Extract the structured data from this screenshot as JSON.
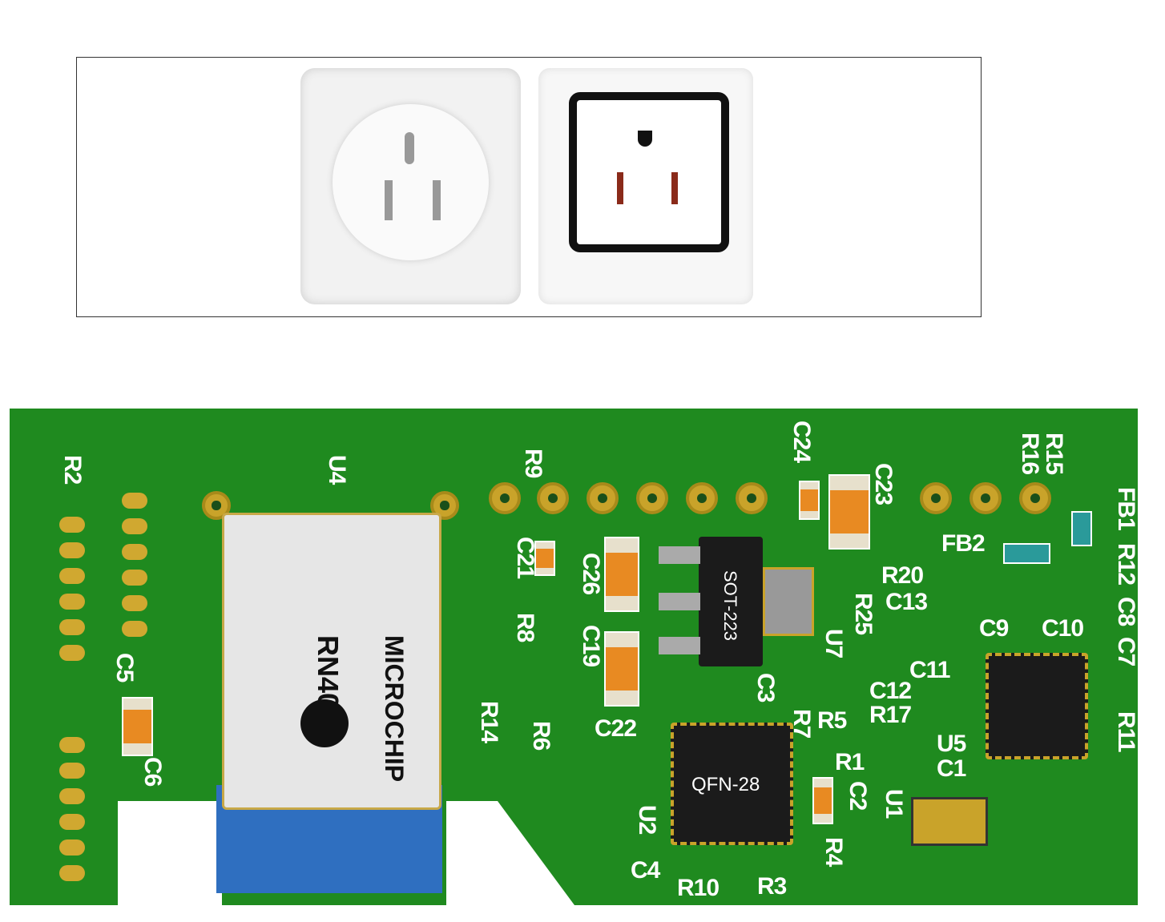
{
  "module": {
    "brand": "MICROCHIP",
    "model": "RN4020"
  },
  "packages": {
    "sot": "SOT-223",
    "qfn": "QFN-28"
  },
  "labels": {
    "R2": "R2",
    "U4": "U4",
    "R9": "R9",
    "C24": "C24",
    "C23": "C23",
    "R16": "R16",
    "R15": "R15",
    "FB1": "FB1",
    "FB2": "FB2",
    "R12": "R12",
    "R20": "R20",
    "C13": "C13",
    "C8": "C8",
    "C7": "C7",
    "C21": "C21",
    "C26": "C26",
    "R8": "R8",
    "C19": "C19",
    "R25": "R25",
    "U7": "U7",
    "C9": "C9",
    "C10": "C10",
    "C11": "C11",
    "C12": "C12",
    "R17": "R17",
    "R11": "R11",
    "U5": "U5",
    "C1": "C1",
    "C5": "C5",
    "C6": "C6",
    "R14": "R14",
    "R6": "R6",
    "C3": "C3",
    "C22": "C22",
    "R7": "R7",
    "R5": "R5",
    "R1": "R1",
    "C2": "C2",
    "U1": "U1",
    "U2": "U2",
    "R4": "R4",
    "C4": "C4",
    "R10": "R10",
    "R3": "R3"
  },
  "colors": {
    "board": "#1f8a1f",
    "silk": "#ffffff",
    "pad": "#c9a32a"
  }
}
